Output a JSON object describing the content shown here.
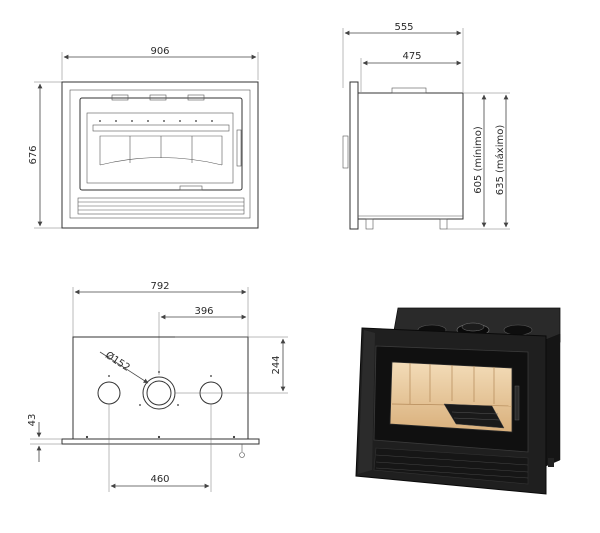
{
  "front_view": {
    "width_label": "906",
    "height_label": "676"
  },
  "side_view": {
    "overall_depth_label": "555",
    "body_depth_label": "475",
    "height_min_label": "605 (mínimo)",
    "height_max_label": "635 (máximo)"
  },
  "top_view": {
    "width_label": "792",
    "flue_offset_label": "396",
    "flue_diameter_label": "Ø152",
    "flue_depth_label": "244",
    "plinth_label": "43",
    "side_spacing_label": "460"
  },
  "render_view": {
    "firebox_color": "#e8c89a",
    "body_color": "#1a1a1a"
  }
}
